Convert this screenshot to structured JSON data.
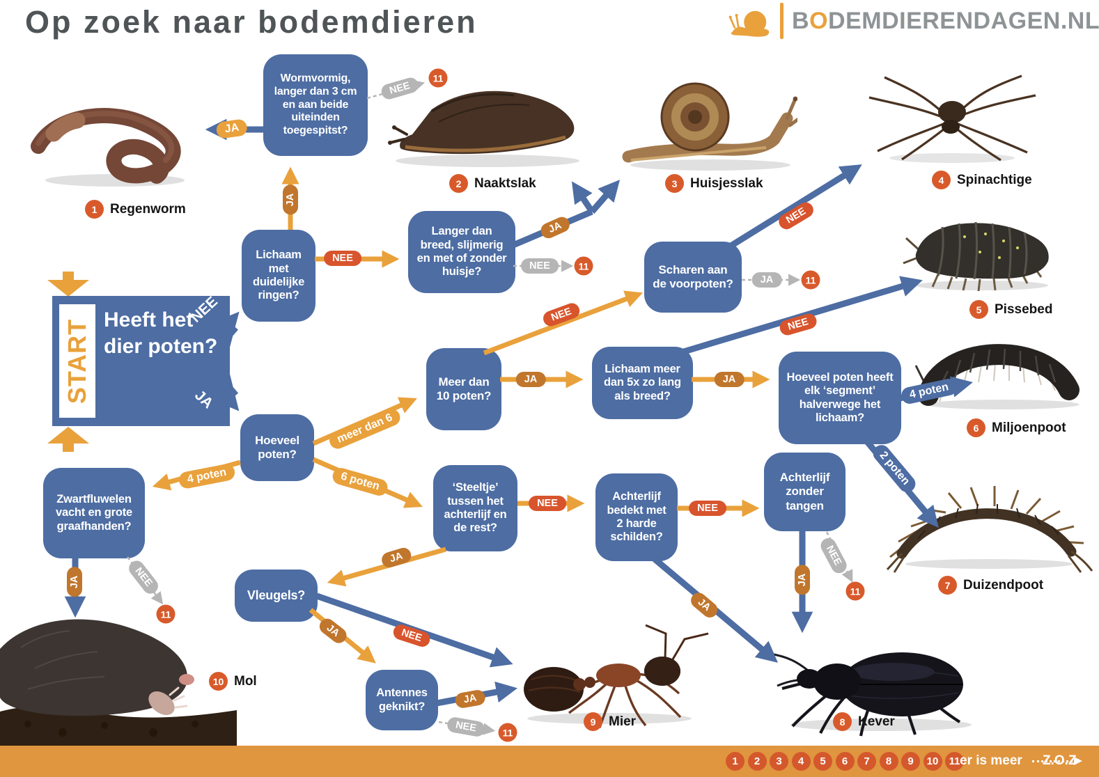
{
  "header": {
    "title": "Op zoek naar bodemdieren",
    "logo": {
      "b": "B",
      "o": "O",
      "rest": "DEMDIERENDAGEN.NL"
    }
  },
  "start": {
    "word": "START",
    "question": "Heeft het dier poten?"
  },
  "labels": {
    "ja": "JA",
    "nee": "NEE",
    "meer_dan_6": "meer dan 6",
    "zes_poten": "6 poten",
    "vier_poten": "4 poten",
    "vier_poten_segment": "4 poten",
    "twee_poten": "2 poten",
    "elf": "11"
  },
  "nodes": {
    "wormvormig": "Wormvormig, langer dan 3 cm en aan beide uiteinden toegespitst?",
    "ringen": "Lichaam met duidelijke ringen?",
    "slijmerig": "Langer dan breed, slijmerig en met of zonder huisje?",
    "scharen": "Scharen aan de voorpoten?",
    "meer10": "Meer dan 10 poten?",
    "lichaam5x": "Lichaam meer dan 5x zo lang als breed?",
    "segment": "Hoeveel poten heeft elk ‘segment’ halverwege het lichaam?",
    "hoeveel": "Hoeveel poten?",
    "zwartfluwelen": "Zwartfluwelen vacht en grote graafhanden?",
    "steeltje": "‘Steeltje’ tussen het achterlijf en de rest?",
    "schilden": "Achterlijf bedekt met 2 harde schilden?",
    "tangen": "Achterlijf zonder tangen",
    "vleugels": "Vleugels?",
    "antennes": "Antennes geknikt?"
  },
  "animals": [
    {
      "num": "1",
      "name": "Regenworm"
    },
    {
      "num": "2",
      "name": "Naaktslak"
    },
    {
      "num": "3",
      "name": "Huisjesslak"
    },
    {
      "num": "4",
      "name": "Spinachtige"
    },
    {
      "num": "5",
      "name": "Pissebed"
    },
    {
      "num": "6",
      "name": "Miljoenpoot"
    },
    {
      "num": "7",
      "name": "Duizendpoot"
    },
    {
      "num": "8",
      "name": "Kever"
    },
    {
      "num": "9",
      "name": "Mier"
    },
    {
      "num": "10",
      "name": "Mol"
    }
  ],
  "footer": {
    "numbers": [
      "1",
      "2",
      "3",
      "4",
      "5",
      "6",
      "7",
      "8",
      "9",
      "10",
      "11"
    ],
    "more_label": "er is meer",
    "zoz_label": "Z.O.Z"
  },
  "colors": {
    "node_blue": "#4d6da3",
    "orange": "#e9a13b",
    "dark_orange": "#c0762c",
    "red_orange": "#d8542c",
    "gray": "#b5b5b5",
    "marker_red": "#d85a2b",
    "bar_orange": "#e0953f"
  }
}
